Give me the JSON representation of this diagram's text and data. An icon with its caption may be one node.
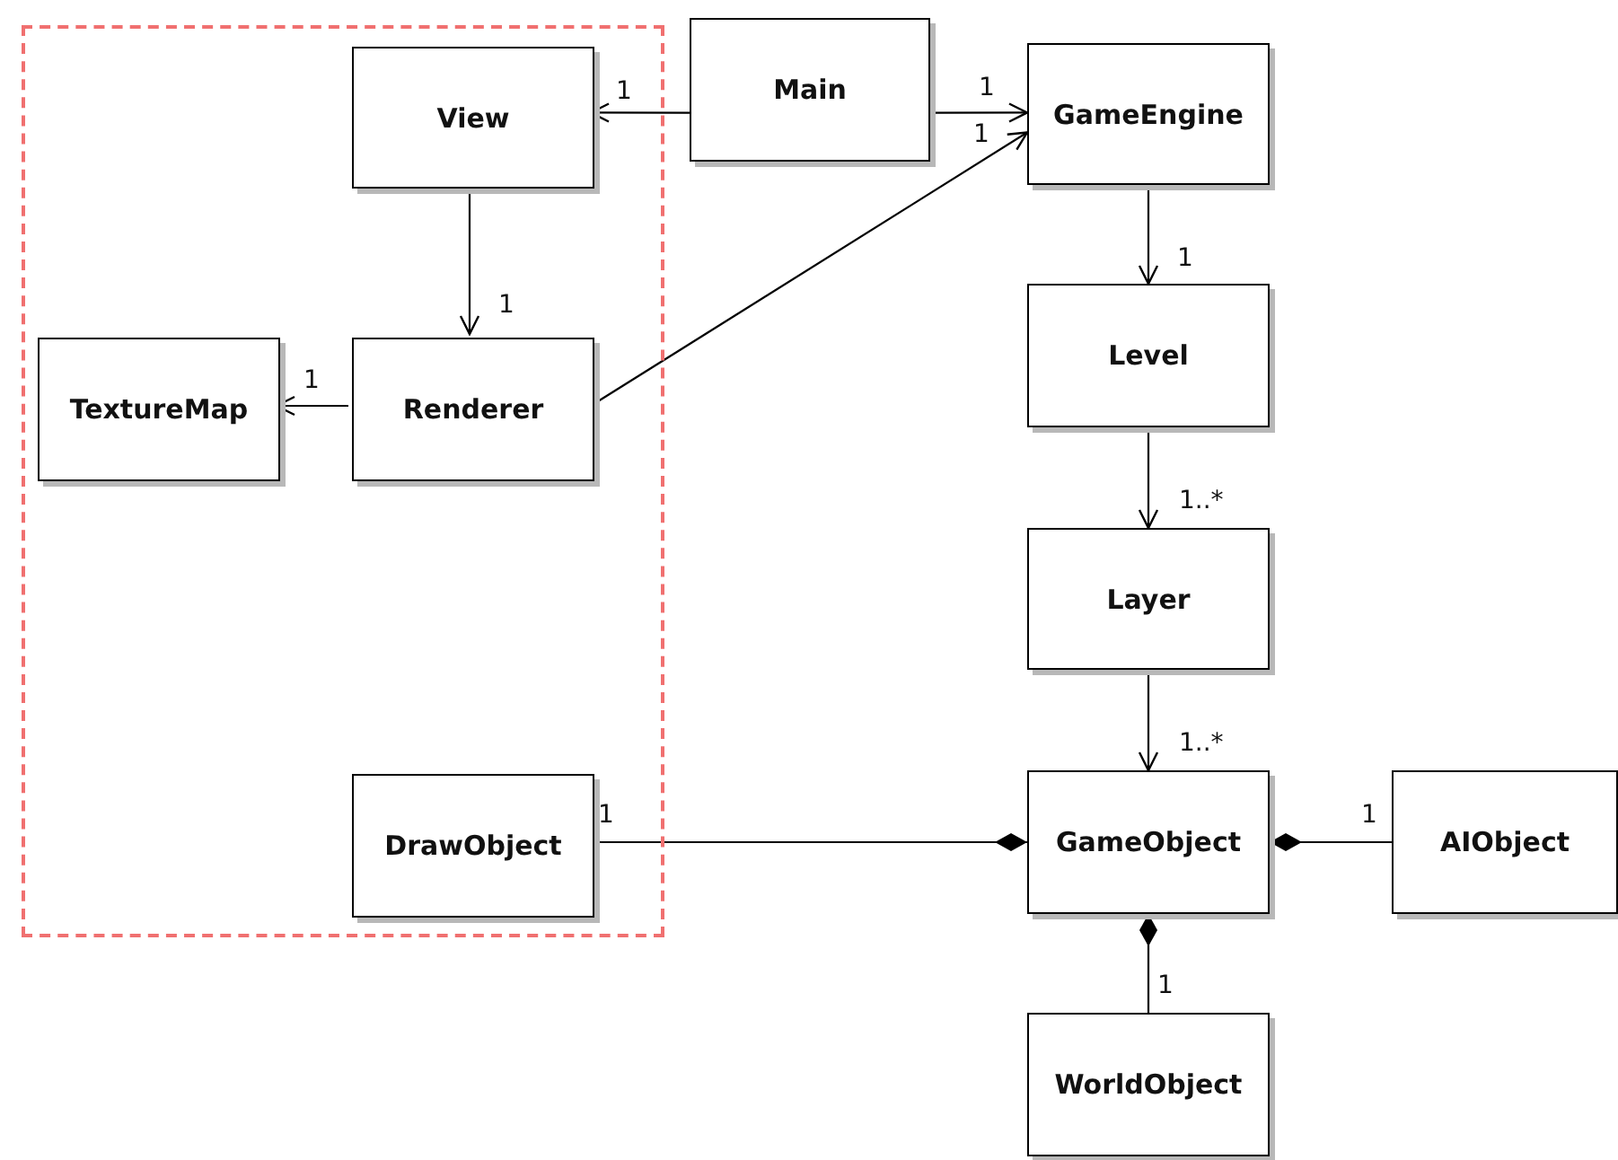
{
  "diagram": {
    "nodes": [
      {
        "text": [],
        "shape": "box"
      },
      {
        "text": [
          "View"
        ],
        "in": 0
      },
      {
        "text": [
          "Main"
        ]
      },
      {
        "text": [
          "GameEngine"
        ]
      },
      {
        "text": [
          "TextureMap"
        ],
        "in": 0
      },
      {
        "text": [
          "Renderer"
        ],
        "in": 0
      },
      {
        "text": [
          "Level"
        ]
      },
      {
        "text": [
          "Layer"
        ]
      },
      {
        "text": [
          "DrawObject"
        ],
        "in": 0
      },
      {
        "text": [
          "GameObject"
        ]
      },
      {
        "text": [
          "AIObject"
        ]
      },
      {
        "text": [
          "WorldObject"
        ]
      }
    ],
    "edges": [
      {
        "from": 2,
        "to": 1,
        "arrow": "to",
        "label": "1"
      },
      {
        "from": 2,
        "to": 3,
        "arrow": "to",
        "label": "1"
      },
      {
        "from": 5,
        "to": 3,
        "arrow": "to",
        "label": "1"
      },
      {
        "from": 1,
        "to": 5,
        "arrow": "to",
        "label": "1"
      },
      {
        "from": 5,
        "to": 4,
        "arrow": "to",
        "label": "1"
      },
      {
        "from": 3,
        "to": 6,
        "arrow": "to",
        "label": "1"
      },
      {
        "from": 6,
        "to": 7,
        "arrow": "to",
        "label": "1..*"
      },
      {
        "from": 7,
        "to": 9,
        "arrow": "to",
        "label": "1..*"
      },
      {
        "from": 9,
        "to": 8,
        "arrow": "other",
        "label": "1"
      },
      {
        "from": 9,
        "to": 10,
        "arrow": "other",
        "label": "1"
      },
      {
        "from": 9,
        "to": 11,
        "arrow": "other",
        "label": "1"
      }
    ]
  }
}
